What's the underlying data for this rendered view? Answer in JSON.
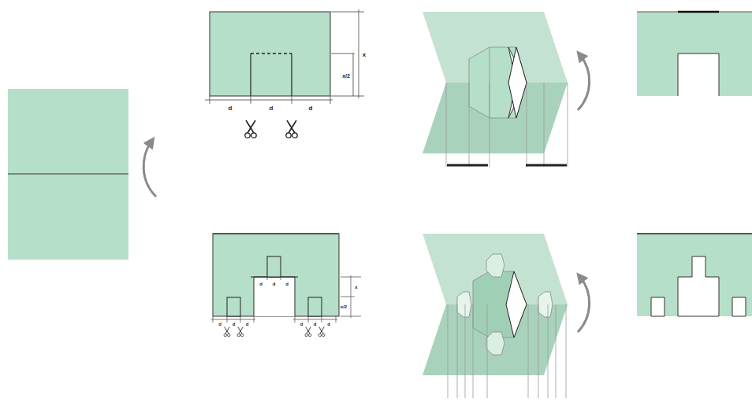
{
  "diagram": {
    "labels": [
      "x",
      "x/2",
      "d",
      "d",
      "d",
      "d",
      "d",
      "d",
      "d",
      "d",
      "d",
      "d",
      "d",
      "d",
      "x",
      "x/2"
    ]
  }
}
